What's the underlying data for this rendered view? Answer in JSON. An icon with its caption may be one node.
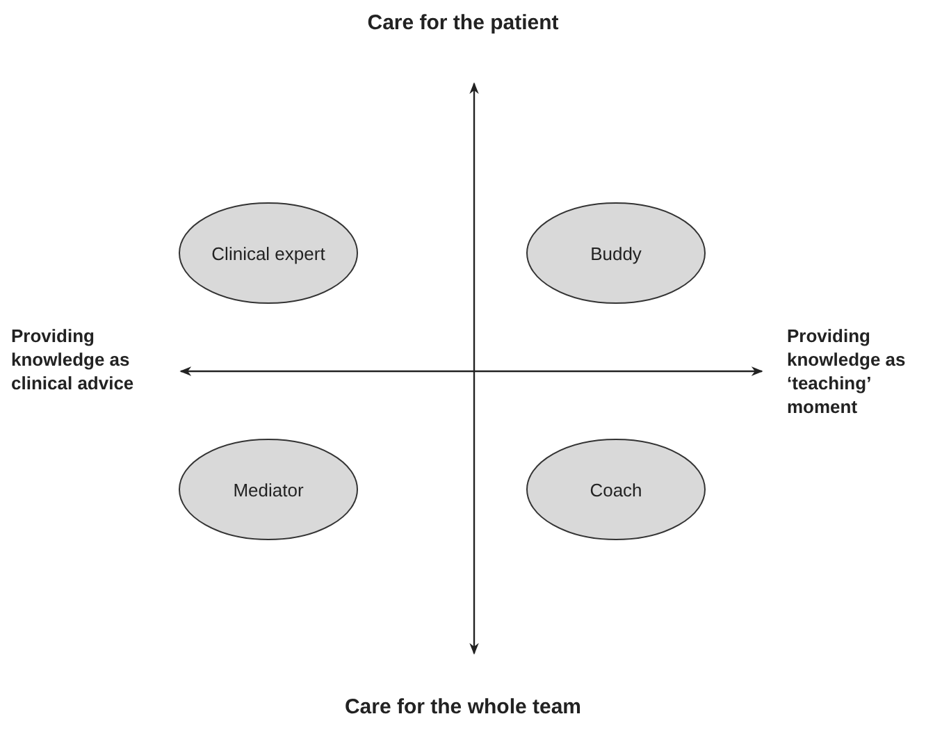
{
  "diagram": {
    "nodes": [
      {
        "text": [
          "Clinical expert"
        ]
      },
      {
        "text": [
          "Buddy"
        ]
      },
      {
        "text": [
          "Mediator"
        ]
      },
      {
        "text": [
          "Coach"
        ]
      }
    ],
    "labels": [
      "Care for the patient",
      "Providing knowledge as clinical advice",
      "Providing knowledge as ‘teaching’ moment",
      "Care for the whole team"
    ]
  }
}
